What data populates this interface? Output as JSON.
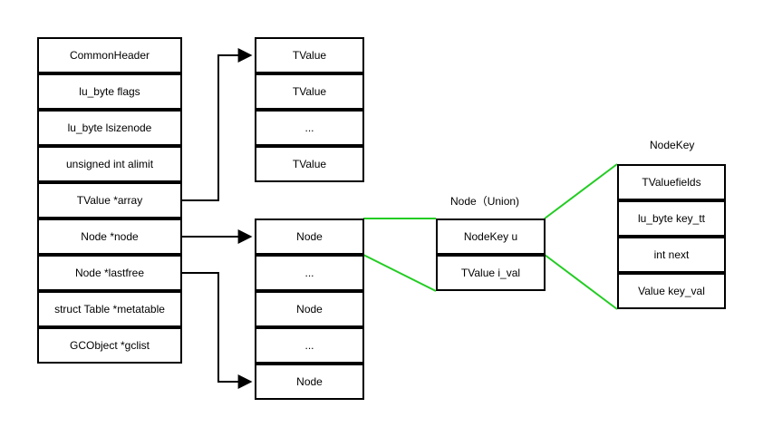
{
  "table": {
    "fields": [
      "CommonHeader",
      "lu_byte flags",
      "lu_byte lsizenode",
      "unsigned int alimit",
      "TValue *array",
      "Node *node",
      "Node *lastfree",
      "struct Table *metatable",
      "GCObject *gclist"
    ]
  },
  "array_part": {
    "cells": [
      "TValue",
      "TValue",
      "...",
      "TValue"
    ]
  },
  "node_part": {
    "cells": [
      "Node",
      "...",
      "Node",
      "...",
      "Node"
    ]
  },
  "node_union": {
    "title": "Node（Union)",
    "fields": [
      "NodeKey u",
      "TValue i_val"
    ]
  },
  "node_key": {
    "title": "NodeKey",
    "fields": [
      "TValuefields",
      "lu_byte key_tt",
      "int next",
      "Value key_val"
    ]
  },
  "colors": {
    "border": "#000000",
    "arrow": "#000000",
    "expand_line": "#22cc22"
  }
}
